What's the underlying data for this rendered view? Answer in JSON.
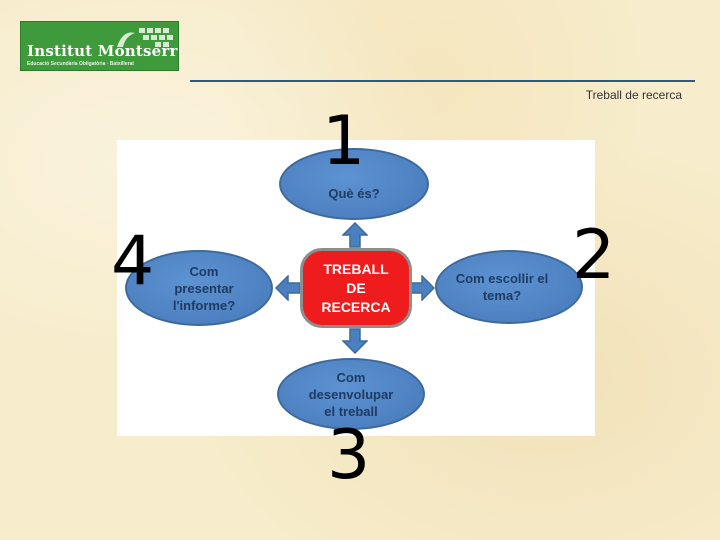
{
  "logo": {
    "name": "Institut Montserrat",
    "subtitle": "Educació Secundària Obligatòria · Batxillerat"
  },
  "header": {
    "title": "Treball de recerca"
  },
  "diagram": {
    "center": "TREBALL\nDE\nRECERCA",
    "top": "Què és?",
    "right": "Com escollir el\ntema?",
    "bottom": "Com\ndesenvolupar\nel treball",
    "left": "Com\npresentar\nl'informe?"
  },
  "numbers": {
    "one": "1",
    "two": "2",
    "three": "3",
    "four": "4"
  },
  "colors": {
    "background": "#f7eccb",
    "ellipse_fill": "#4a7fc0",
    "center_fill": "#ee1c1c",
    "logo_green": "#3f9a3c"
  }
}
